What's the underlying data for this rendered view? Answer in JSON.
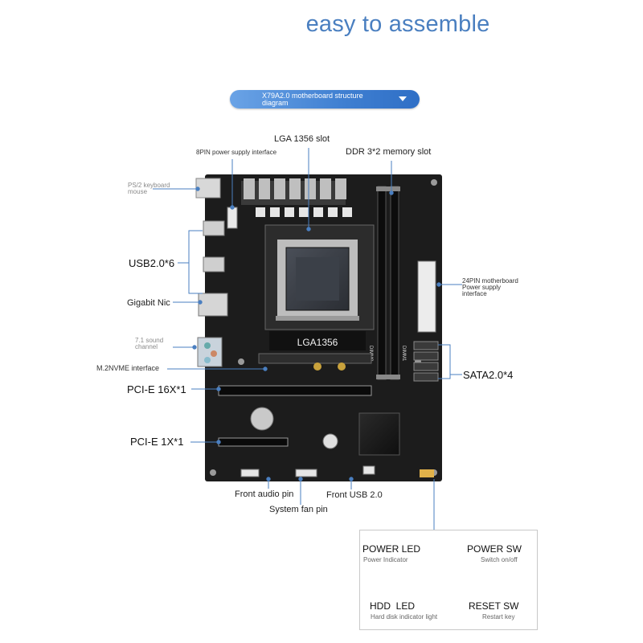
{
  "headline": "easy to assemble",
  "diagram_title": "X79A2.0 motherboard structure diagram",
  "callouts": {
    "lga_slot": "LGA 1356 slot",
    "pin8_power": "8PIN power supply interface",
    "ddr_slot": "DDR 3*2 memory slot",
    "ps2": "PS/2 keyboard mouse",
    "usb": "USB2.0*6",
    "nic": "Gigabit Nic",
    "sound": "7.1 sound channel",
    "m2": "M.2NVME interface",
    "pcie16": "PCI-E 16X*1",
    "pcie1": "PCI-E 1X*1",
    "pin24_power": "24PIN motherboard Power supply interface",
    "sata": "SATA2.0*4",
    "front_audio": "Front audio pin",
    "front_usb": "Front USB 2.0",
    "sys_fan": "System fan pin"
  },
  "board": {
    "socket_label": "LGA1356",
    "dimm_labels": [
      "DIMM0",
      "DIMM1"
    ]
  },
  "front_panel": {
    "power_led": "POWER LED",
    "power_led_sub": "Power Indicator",
    "power_sw": "POWER SW",
    "power_sw_sub": "Switch on/off",
    "hdd_led": "HDD  LED",
    "hdd_led_sub": "Hard disk indicator light",
    "reset_sw": "RESET SW",
    "reset_sw_sub": "Restart key"
  },
  "colors": {
    "accent_blue": "#3f7fd1",
    "callout_line": "#4a7fc0",
    "pcb": "#1c1c1c"
  }
}
